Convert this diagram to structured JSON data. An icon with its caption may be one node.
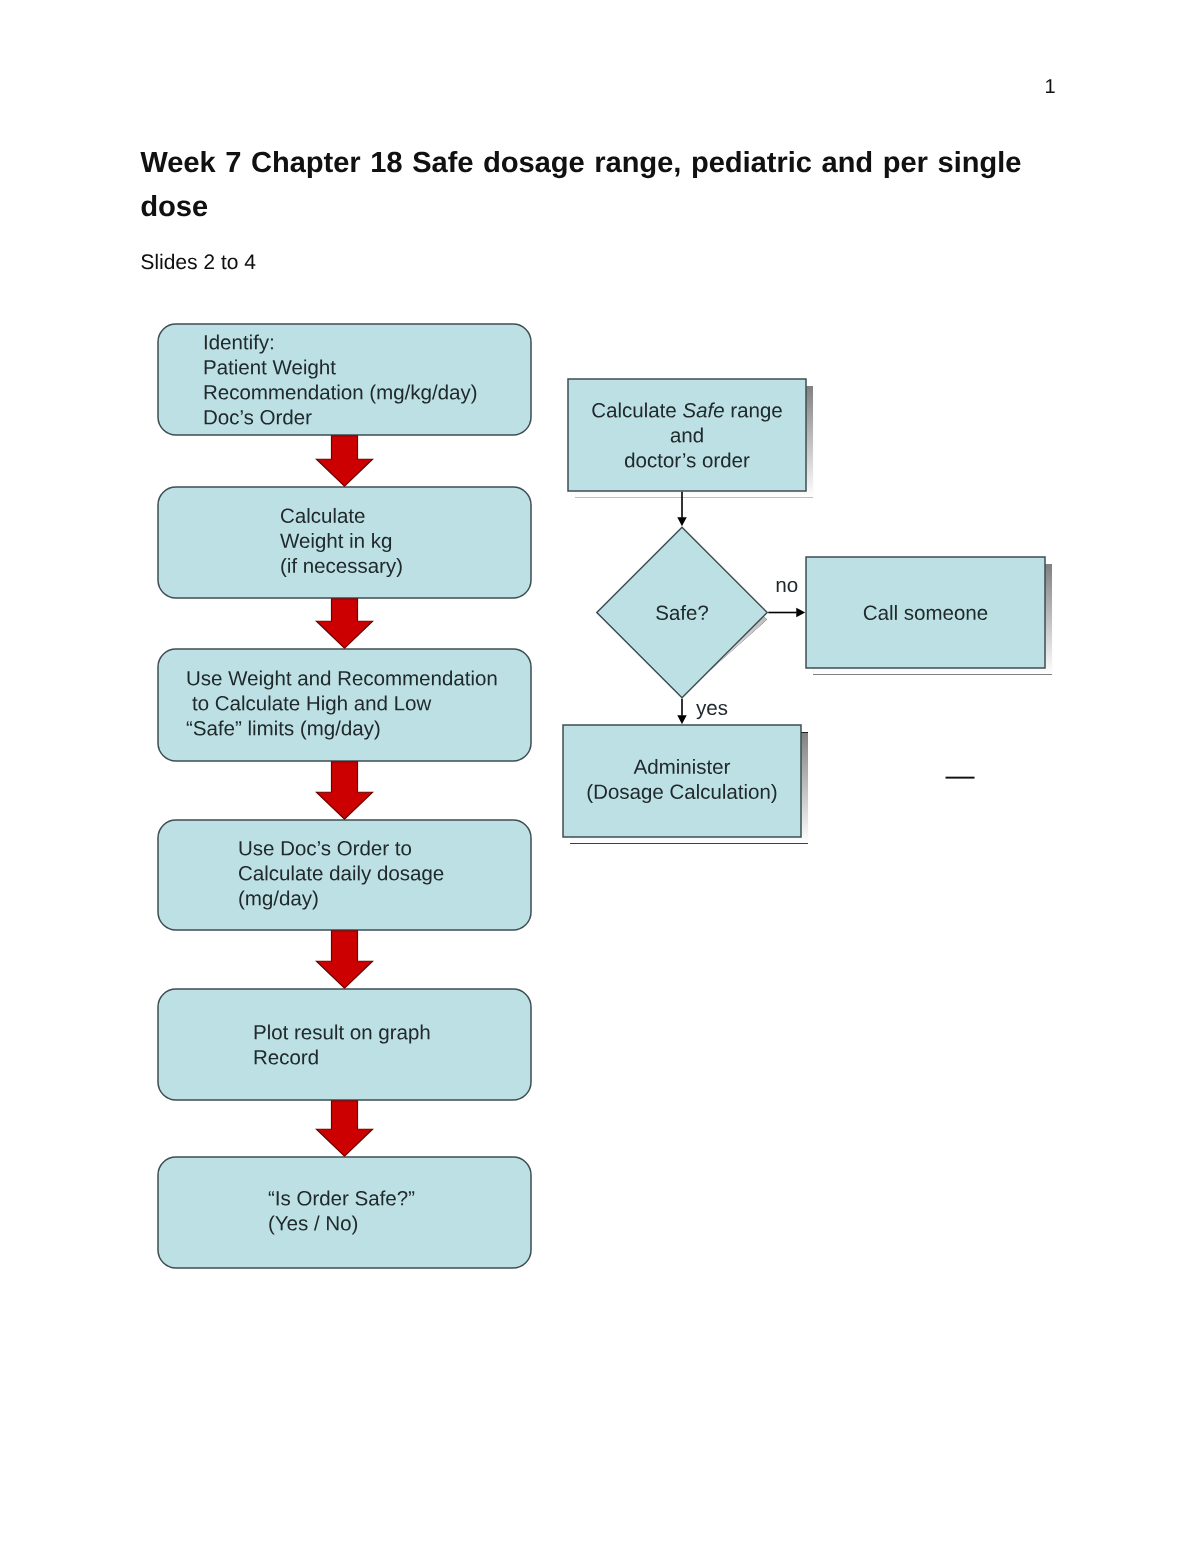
{
  "diagram": {
    "title": "Week 7 Chapter 18 Safe dosage range, pediatric and per single dose",
    "nodes": [
      {
        "text": [
          "Identify:",
          "Patient Weight",
          "Recommendation (mg/kg/day)",
          "Doc’s Order"
        ]
      },
      {
        "text": [
          "Calculate Weight in kg (if necessary)"
        ]
      },
      {
        "text": [
          "Use Weight and Recommendation to Calculate High and Low “Safe” limits (mg/day)"
        ]
      },
      {
        "text": [
          "Use Doc’s Order to Calculate daily dosage (mg/day)"
        ]
      },
      {
        "text": [
          "Plot result on graph",
          "Record"
        ]
      },
      {
        "text": [
          "“Is Order Safe?”",
          "(Yes / No)"
        ]
      },
      {
        "text": [
          "Calculate *Safe* range and doctor’s order"
        ]
      },
      {
        "text": [
          "Safe?"
        ]
      },
      {
        "text": [
          "Call someone"
        ]
      },
      {
        "text": [
          "Administer (Dosage Calculation)"
        ]
      }
    ],
    "edges": [
      {
        "from": 0,
        "to": 1,
        "arrow": "to",
        "style": "thick",
        "color": "#cc0000"
      },
      {
        "from": 1,
        "to": 2,
        "arrow": "to",
        "style": "thick",
        "color": "#cc0000"
      },
      {
        "from": 2,
        "to": 3,
        "arrow": "to",
        "style": "thick",
        "color": "#cc0000"
      },
      {
        "from": 3,
        "to": 4,
        "arrow": "to",
        "style": "thick",
        "color": "#cc0000"
      },
      {
        "from": 4,
        "to": 5,
        "arrow": "to",
        "style": "thick",
        "color": "#cc0000"
      },
      {
        "from": 6,
        "to": 7,
        "arrow": "to"
      },
      {
        "from": 7,
        "to": 8,
        "arrow": "to",
        "label": "no"
      },
      {
        "from": 7,
        "to": 9,
        "arrow": "to",
        "label": "yes"
      }
    ],
    "labels": [
      "1",
      "Slides 2 to 4",
      "—"
    ]
  }
}
